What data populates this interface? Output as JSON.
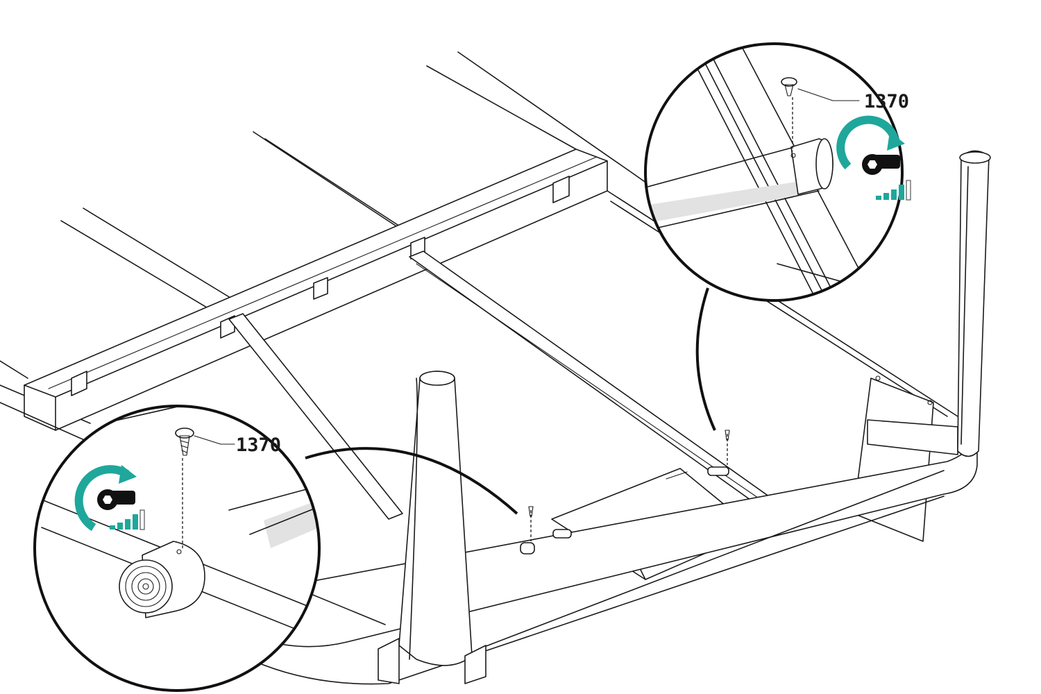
{
  "callouts": {
    "bottom_left": {
      "part_number": "1370"
    },
    "top_right": {
      "part_number": "1370"
    }
  },
  "icons": {
    "tighten": "tighten-wrench-icon",
    "torque_scale": "torque-level-icon"
  },
  "torque_level": {
    "filled_bars": 4,
    "total_bars": 5
  },
  "colors": {
    "accent": "#1fa79b",
    "line": "#1a1a1a",
    "shade": "#e2e2e2"
  }
}
